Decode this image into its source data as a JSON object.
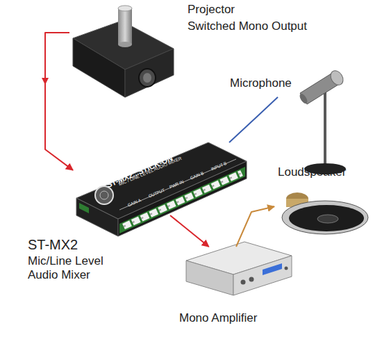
{
  "diagram": {
    "nodes": [
      {
        "text": [
          "Projector",
          "Switched Mono Output"
        ]
      },
      {
        "text": [
          "Microphone"
        ]
      },
      {
        "text": [
          "ST-MX2",
          "Mic/Line Level Audio Mixer"
        ]
      },
      {
        "text": [
          "Loudspeaker"
        ]
      },
      {
        "text": [
          "Mono Amplifier"
        ]
      }
    ],
    "edges": [
      {
        "from": 0,
        "to": 2,
        "arrow": "to"
      },
      {
        "from": 1,
        "to": 2,
        "arrow": "none"
      },
      {
        "from": 2,
        "to": 4,
        "arrow": "to"
      },
      {
        "from": 4,
        "to": 3,
        "arrow": "to"
      }
    ],
    "labels": [
      "ST-MX2...STICK-ON",
      "MIC / LINE LEVEL AUDIO MIXER",
      "GAIN A",
      "OUTPUT",
      "PWR IN",
      "GAIN B",
      "INPUT B"
    ]
  }
}
